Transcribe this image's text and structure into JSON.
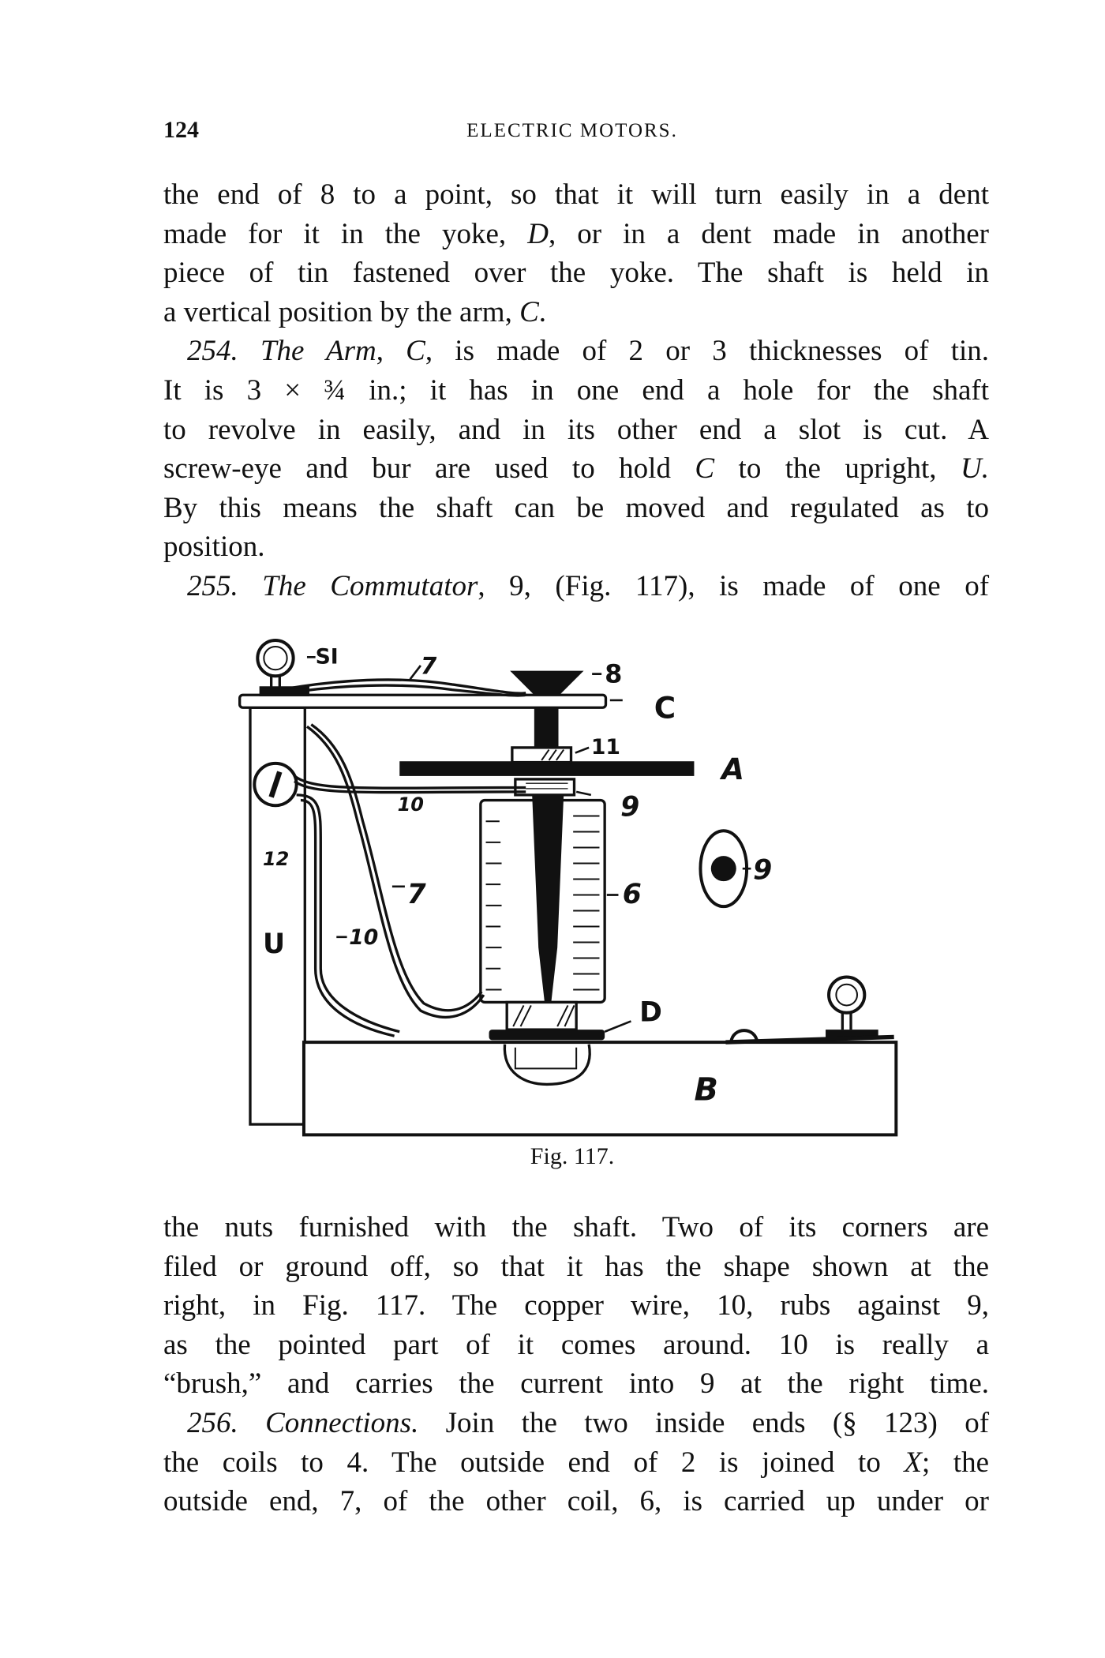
{
  "header": {
    "page_number": "124",
    "running_title": "ELECTRIC MOTORS."
  },
  "top_lines": [
    {
      "cls": "",
      "segs": [
        {
          "t": "the end of 8 to a point, so that it will turn easily in a dent"
        }
      ]
    },
    {
      "cls": "",
      "segs": [
        {
          "t": "made for it in the yoke, "
        },
        {
          "t": "D",
          "i": true
        },
        {
          "t": ", or in a dent made in another"
        }
      ]
    },
    {
      "cls": "",
      "segs": [
        {
          "t": "piece of tin fastened over the yoke.  The shaft is held in"
        }
      ]
    },
    {
      "cls": "last",
      "segs": [
        {
          "t": "a vertical position by the arm, "
        },
        {
          "t": "C",
          "i": true
        },
        {
          "t": "."
        }
      ]
    },
    {
      "cls": "indent2",
      "segs": [
        {
          "t": "254.",
          "i": true
        },
        {
          "t": "  "
        },
        {
          "t": "The Arm",
          "i": true
        },
        {
          "t": ", "
        },
        {
          "t": "C",
          "i": true
        },
        {
          "t": ", is made of 2 or 3 thicknesses of tin."
        }
      ]
    },
    {
      "cls": "",
      "segs": [
        {
          "t": "It is 3 × ¾ in.; it has in one end a hole for the shaft"
        }
      ]
    },
    {
      "cls": "",
      "segs": [
        {
          "t": "to revolve in easily, and in its other end a slot is cut.  A"
        }
      ]
    },
    {
      "cls": "",
      "segs": [
        {
          "t": "screw-eye and bur are used to hold "
        },
        {
          "t": "C",
          "i": true
        },
        {
          "t": " to the upright, "
        },
        {
          "t": "U.",
          "i": true
        }
      ]
    },
    {
      "cls": "",
      "segs": [
        {
          "t": "By this means the shaft can be moved and regulated as to"
        }
      ]
    },
    {
      "cls": "last",
      "segs": [
        {
          "t": "position."
        }
      ]
    },
    {
      "cls": "indent2",
      "segs": [
        {
          "t": "255.",
          "i": true
        },
        {
          "t": "  "
        },
        {
          "t": "The Commutator",
          "i": true
        },
        {
          "t": ", 9, (Fig. 117), is made of one of"
        }
      ]
    }
  ],
  "figure": {
    "caption": "Fig. 117.",
    "labels": {
      "SI": "SI",
      "seven_top": "7",
      "eight": "8",
      "C": "C",
      "eleven": "11",
      "A": "A",
      "ten_top": "10",
      "nine": "9",
      "twelve": "12",
      "seven": "7",
      "six": "6",
      "nine_side": "9",
      "U": "U",
      "ten": "10",
      "D": "D",
      "B": "B"
    }
  },
  "bottom_lines": [
    {
      "cls": "",
      "segs": [
        {
          "t": "the nuts furnished with the shaft.  Two of its corners are"
        }
      ]
    },
    {
      "cls": "",
      "segs": [
        {
          "t": "filed or ground off, so that it has the shape shown at the"
        }
      ]
    },
    {
      "cls": "",
      "segs": [
        {
          "t": "right, in Fig. 117.  The copper wire, 10, rubs against 9,"
        }
      ]
    },
    {
      "cls": "",
      "segs": [
        {
          "t": "as the pointed part of it comes around.   10 is really a"
        }
      ]
    },
    {
      "cls": "",
      "segs": [
        {
          "t": "“brush,” and carries the current into 9 at the right time."
        }
      ]
    },
    {
      "cls": "indent2",
      "segs": [
        {
          "t": "256.",
          "i": true
        },
        {
          "t": "  "
        },
        {
          "t": "Connections.",
          "i": true
        },
        {
          "t": "  Join the two inside ends (§ 123) of"
        }
      ]
    },
    {
      "cls": "",
      "segs": [
        {
          "t": "the coils to 4.  The outside end of 2 is joined to "
        },
        {
          "t": "X",
          "i": true
        },
        {
          "t": "; the"
        }
      ]
    },
    {
      "cls": "",
      "segs": [
        {
          "t": "outside end, 7, of the other coil, 6, is carried up under or"
        }
      ]
    }
  ]
}
